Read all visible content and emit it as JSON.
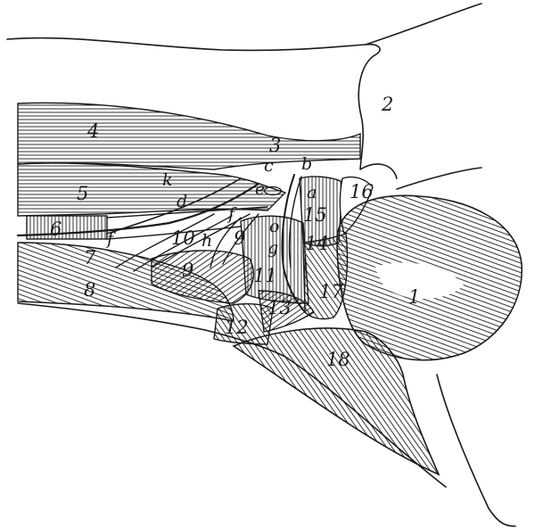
{
  "figure": {
    "labels": {
      "n1": "1",
      "n2": "2",
      "n3": "3",
      "n4": "4",
      "n5": "5",
      "n6": "6",
      "n7": "7",
      "n8": "8",
      "n9a": "9",
      "n9b": "9",
      "n10": "10",
      "n11": "11",
      "n12": "12",
      "n13": "13",
      "n14": "14",
      "n15": "15",
      "n16": "16",
      "n17": "17",
      "n18": "18",
      "la": "a",
      "lb": "b",
      "lc": "c",
      "ld": "d",
      "le": "e",
      "lf1": "f",
      "lf2": "f",
      "lh": "h",
      "lk": "k",
      "lo": "o",
      "lg": "g"
    }
  }
}
